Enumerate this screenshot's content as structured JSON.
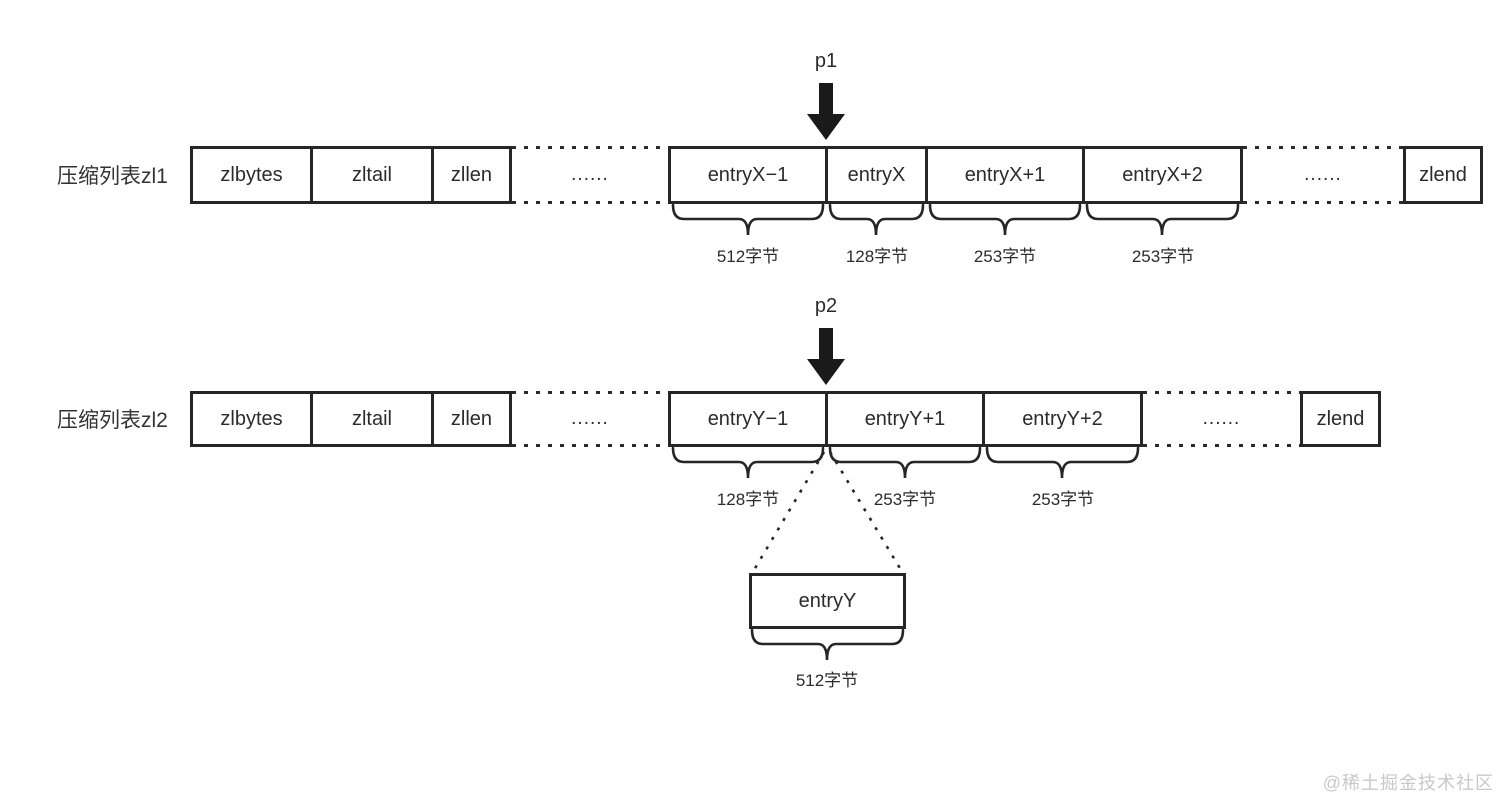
{
  "row1": {
    "label": "压缩列表zl1",
    "pointer": "p1",
    "cells": [
      "zlbytes",
      "zltail",
      "zllen"
    ],
    "dots_left": "......",
    "entries": [
      {
        "label": "entryX−1",
        "size": "512字节"
      },
      {
        "label": "entryX",
        "size": "128字节"
      },
      {
        "label": "entryX+1",
        "size": "253字节"
      },
      {
        "label": "entryX+2",
        "size": "253字节"
      }
    ],
    "dots_right": "......",
    "end_cell": "zlend"
  },
  "row2": {
    "label": "压缩列表zl2",
    "pointer": "p2",
    "cells": [
      "zlbytes",
      "zltail",
      "zllen"
    ],
    "dots_left": "......",
    "entries": [
      {
        "label": "entryY−1",
        "size": "128字节"
      },
      {
        "label": "entryY+1",
        "size": "253字节"
      },
      {
        "label": "entryY+2",
        "size": "253字节"
      }
    ],
    "dots_right": "......",
    "end_cell": "zlend"
  },
  "detached_entry": {
    "label": "entryY",
    "size": "512字节"
  },
  "watermark": "@稀土掘金技术社区",
  "colors": {
    "line": "#262626",
    "text": "#2b2b2b",
    "watermark": "#c9c9c9"
  }
}
